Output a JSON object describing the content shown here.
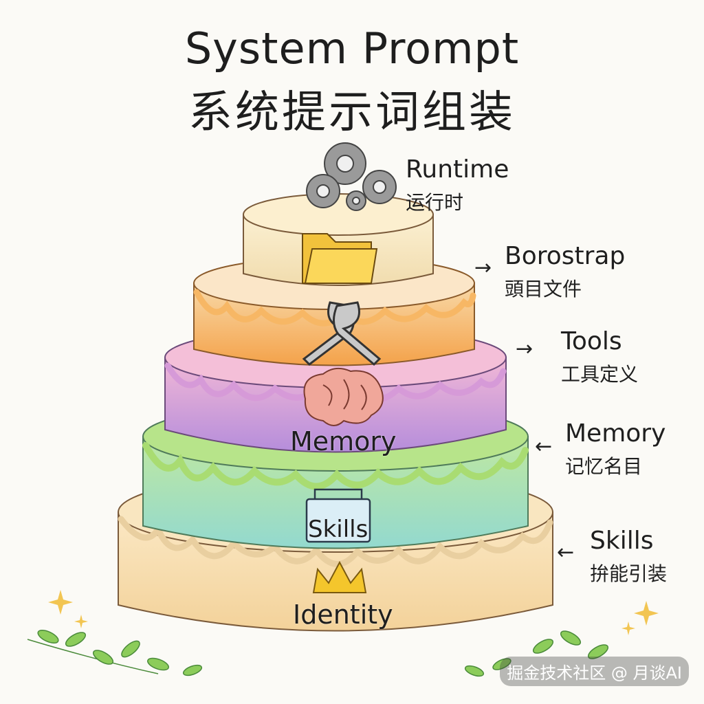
{
  "title": {
    "en": "System Prompt",
    "zh": "系统提示词组装"
  },
  "layers": [
    {
      "key": "runtime",
      "en": "Runtime",
      "zh": "运行时",
      "icon": "gears-icon"
    },
    {
      "key": "bootstrap",
      "en": "Borostrap",
      "zh": "頭目文件",
      "icon": "folder-icon"
    },
    {
      "key": "tools",
      "en": "Tools",
      "zh": "工具定义",
      "icon": "wrench-icon"
    },
    {
      "key": "memory",
      "en": "Memory",
      "zh": "记忆名目",
      "icon": "brain-icon",
      "inner": "Memory"
    },
    {
      "key": "skills",
      "en": "Skills",
      "zh": "拚能引装",
      "icon": "basket-icon",
      "inner": "Skills"
    },
    {
      "key": "identity",
      "icon": "crown-icon",
      "inner": "Identity"
    }
  ],
  "watermark": "掘金技术社区 @ 月谈AI",
  "colors": {
    "top_tier": "#f6e7c2",
    "orange_tier": "#f6b05a",
    "purple_tier": "#c99ad9",
    "green_tier": "#a6dfc6",
    "bottom_tier": "#f6ddb0"
  }
}
